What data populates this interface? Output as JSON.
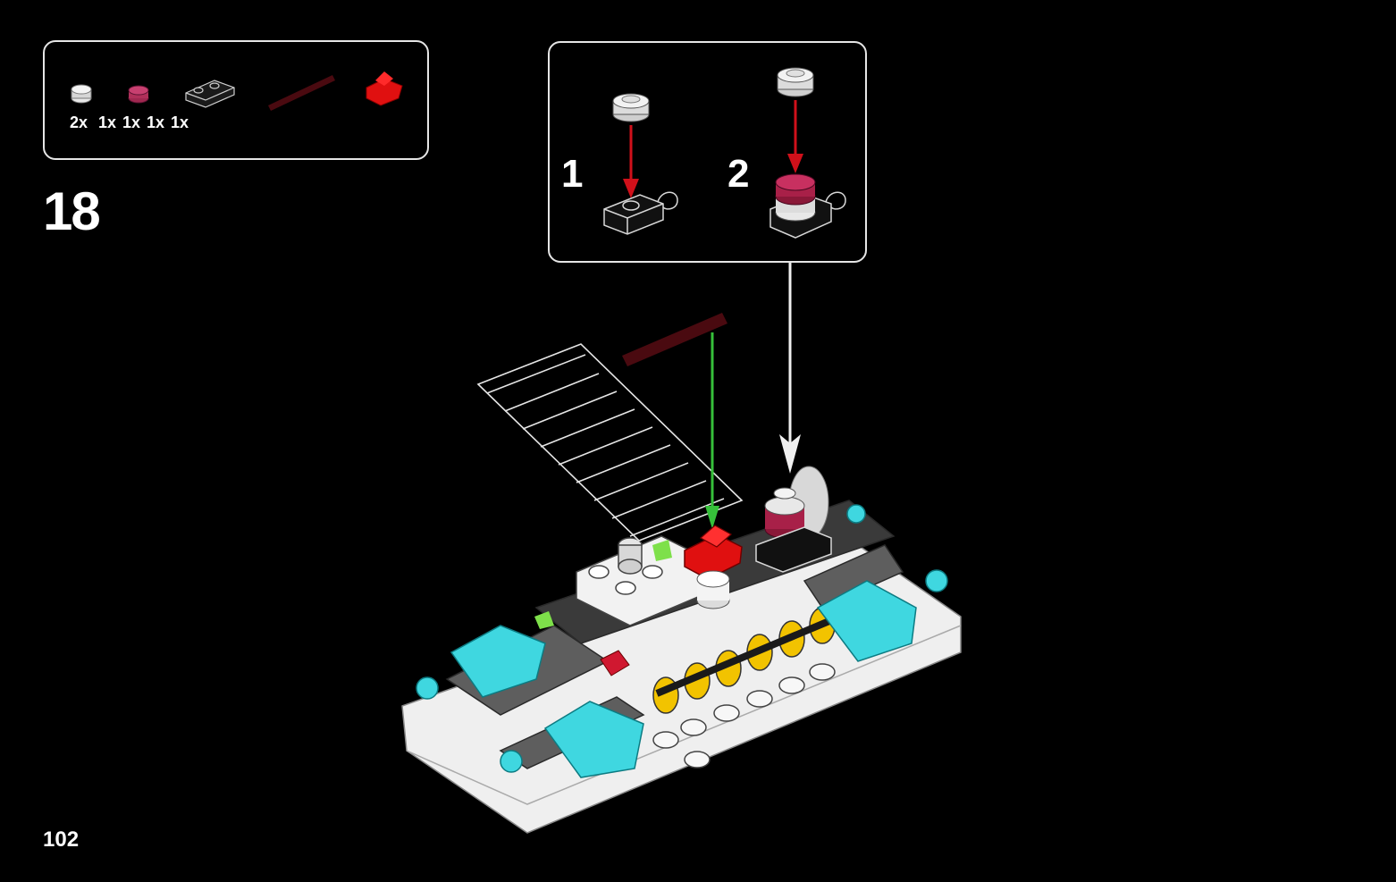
{
  "step": {
    "number": "18",
    "page_number": "102"
  },
  "parts_list": {
    "quantities": [
      "2x",
      "1x",
      "1x",
      "1x",
      "1x"
    ],
    "part_colors": [
      "#d8d8d8",
      "#b0305a",
      "#202020",
      "#5a0a12",
      "#e01010"
    ]
  },
  "sub_steps": [
    {
      "label": "1"
    },
    {
      "label": "2"
    }
  ],
  "colors": {
    "background": "#000000",
    "frame": "#e6e6e6",
    "arrow_red": "#d0101a",
    "arrow_green": "#36c03a",
    "accent_red": "#e01010",
    "trans_light_blue": "#3fd7e0",
    "yellow": "#f2c300"
  }
}
